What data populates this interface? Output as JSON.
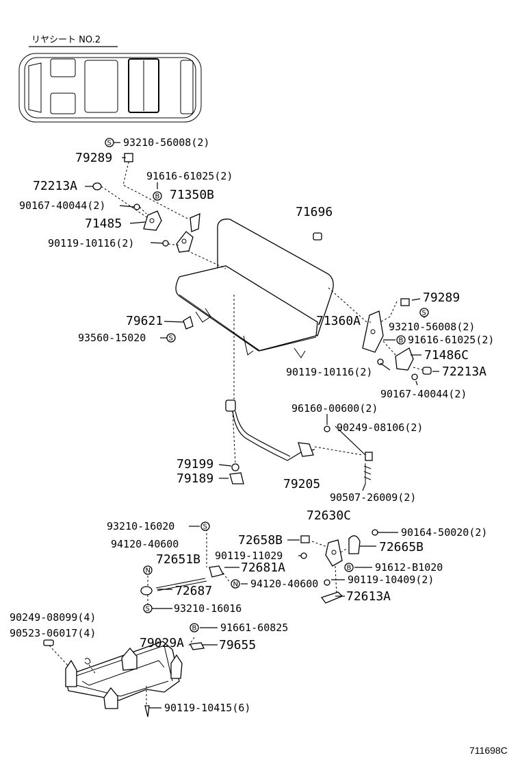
{
  "header": {
    "title": "リヤシート  NO.2"
  },
  "diagram_code": "711698C",
  "symbols": {
    "S": "S",
    "B": "B",
    "N": "N"
  },
  "labels": {
    "l93210_56008_a": "93210-56008(2)",
    "l79289_a": "79289",
    "l91616_61025_a": "91616-61025(2)",
    "l72213A_a": "72213A",
    "l71350B": "71350B",
    "l90167_40044_a": "90167-40044(2)",
    "l71696": "71696",
    "l71485": "71485",
    "l90119_10116_a": "90119-10116(2)",
    "l79289_b": "79289",
    "l79621": "79621",
    "l71360A": "71360A",
    "l93210_56008_b": "93210-56008(2)",
    "l93560_15020": "93560-15020",
    "l91616_61025_b": "91616-61025(2)",
    "l71486C": "71486C",
    "l90119_10116_b": "90119-10116(2)",
    "l72213A_b": "72213A",
    "l90167_40044_b": "90167-40044(2)",
    "l96160_00600": "96160-00600(2)",
    "l90249_08106": "90249-08106(2)",
    "l79199": "79199",
    "l79189": "79189",
    "l79205": "79205",
    "l90507_26009": "90507-26009(2)",
    "l72630C": "72630C",
    "l93210_16020": "93210-16020",
    "l72658B": "72658B",
    "l90164_50020": "90164-50020(2)",
    "l94120_40600_a": "94120-40600",
    "l72665B": "72665B",
    "l90119_11029": "90119-11029",
    "l72651B": "72651B",
    "l72681A": "72681A",
    "l91612_B1020": "91612-B1020",
    "l94120_40600_b": "94120-40600",
    "l90119_10409": "90119-10409(2)",
    "l72687": "72687",
    "l72613A": "72613A",
    "l93210_16016": "93210-16016",
    "l90249_08099": "90249-08099(4)",
    "l91661_60825": "91661-60825",
    "l90523_06017": "90523-06017(4)",
    "l79029A": "79029A",
    "l79655": "79655",
    "l90119_10415": "90119-10415(6)"
  }
}
